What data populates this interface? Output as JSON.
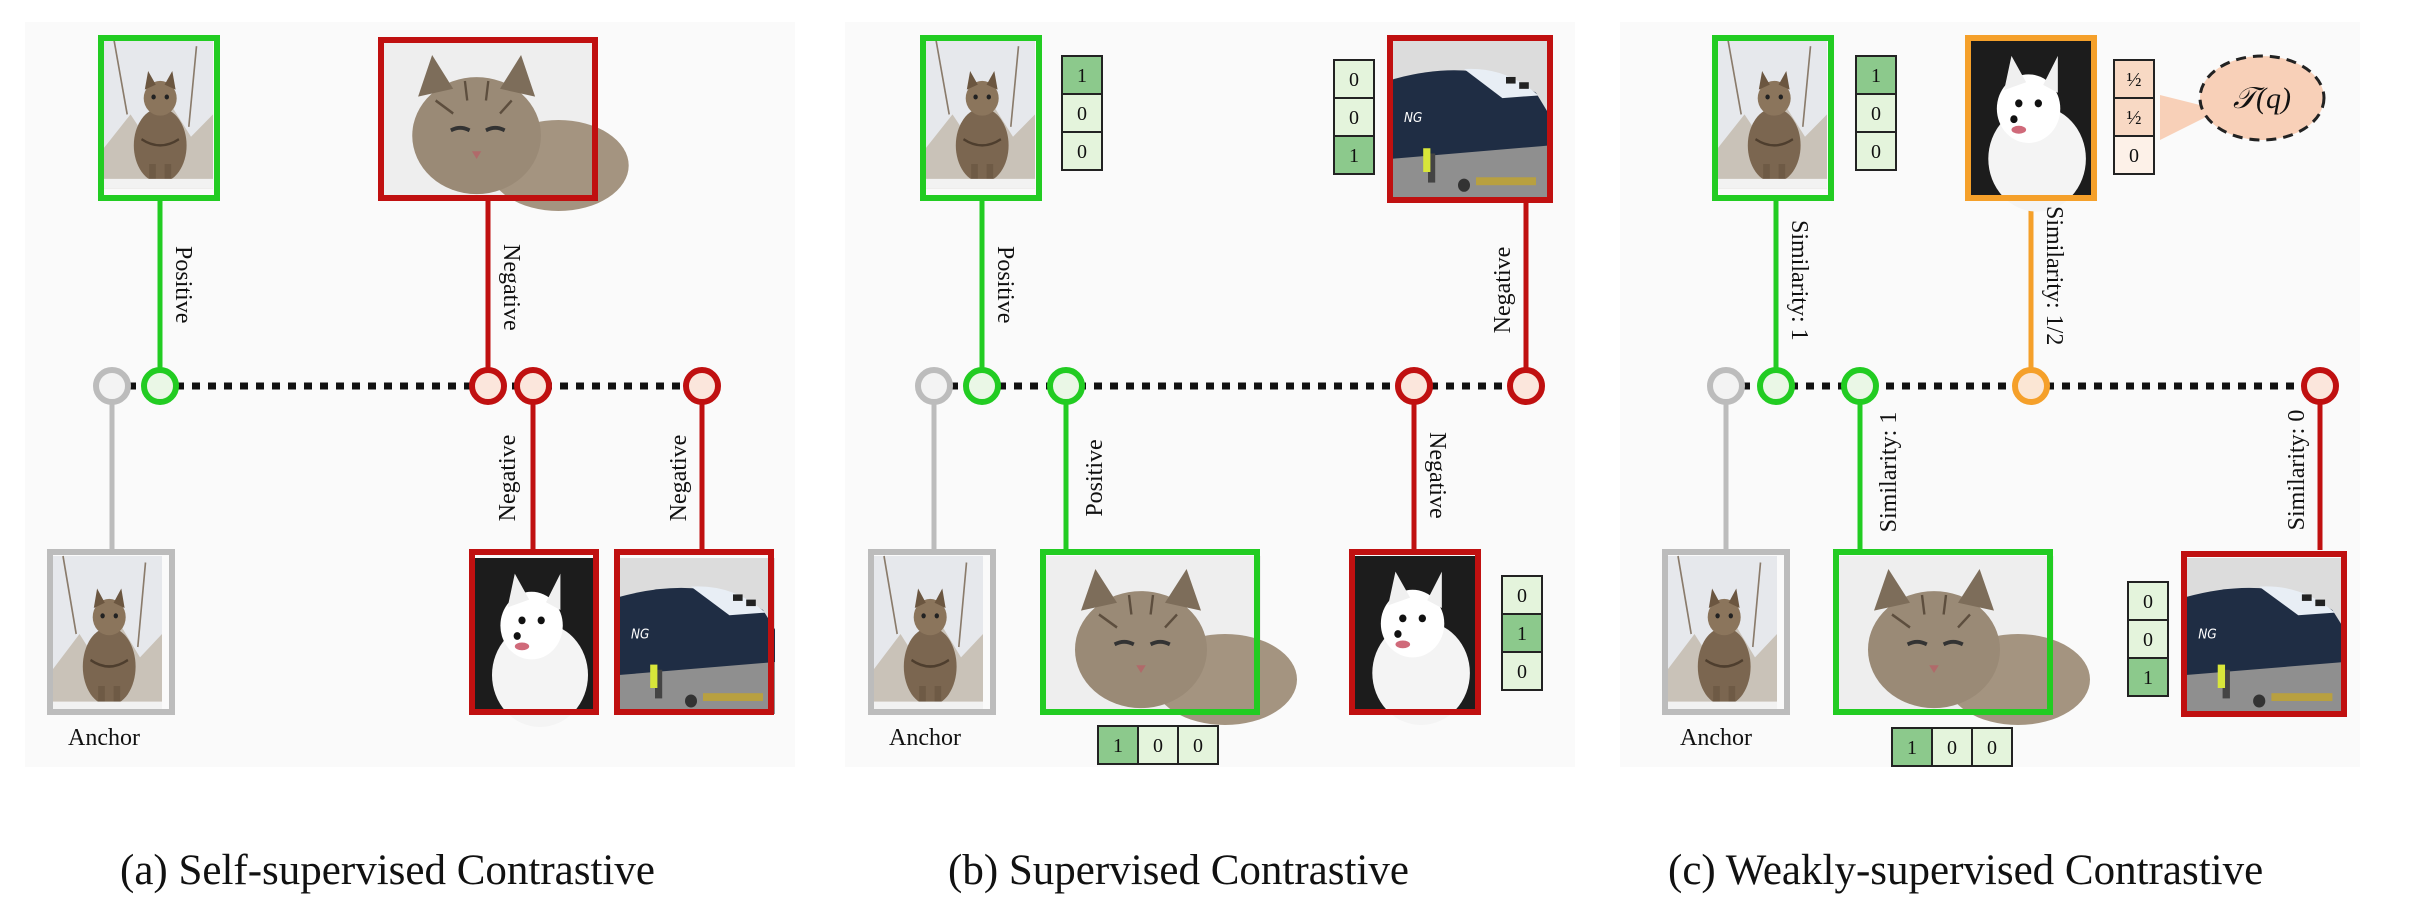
{
  "panels": [
    {
      "caption": "(a)  Self-supervised Contrastive",
      "anchor_label": "Anchor",
      "labels": {
        "pos_top": "Positive",
        "neg_top": "Negative",
        "neg_bot1": "Negative",
        "neg_bot2": "Negative"
      }
    },
    {
      "caption": "(b)  Supervised Contrastive",
      "anchor_label": "Anchor",
      "labels": {
        "pos_top": "Positive",
        "neg_top": "Negative",
        "pos_bot": "Positive",
        "neg_bot": "Negative"
      },
      "label_vectors": {
        "cat_top": [
          "1",
          "0",
          "0"
        ],
        "plane_top": [
          "0",
          "0",
          "1"
        ],
        "dog_bottom": [
          "0",
          "1",
          "0"
        ],
        "cat_bottom": [
          "1",
          "0",
          "0"
        ]
      }
    },
    {
      "caption": "(c)  Weakly-supervised Contrastive",
      "anchor_label": "Anchor",
      "labels": {
        "sim_top_cat": "Similarity: 1",
        "sim_top_dog": "Similarity: 1/2",
        "sim_bot_cat": "Similarity: 1",
        "sim_bot_plane": "Similarity: 0"
      },
      "label_vectors": {
        "cat_top": [
          "1",
          "0",
          "0"
        ],
        "dog_top": [
          "½",
          "½",
          "0"
        ],
        "plane_bottom": [
          "0",
          "0",
          "1"
        ],
        "cat_bottom": [
          "1",
          "0",
          "0"
        ]
      },
      "transform_label": "𝒯(q)"
    }
  ],
  "colors": {
    "positive": "#22cc22",
    "negative": "#c01010",
    "anchor": "#bcbcbc",
    "weak": "#f5a02a",
    "vector_fill_on": "#8cc98c",
    "vector_fill_off": "#e4f4dc",
    "weak_vector_fill": "#f8d9c4",
    "transform_fill": "#f8d0b8"
  },
  "icons": [
    "cat-photo",
    "cat-lying-photo",
    "white-dog-photo",
    "airplane-photo"
  ]
}
